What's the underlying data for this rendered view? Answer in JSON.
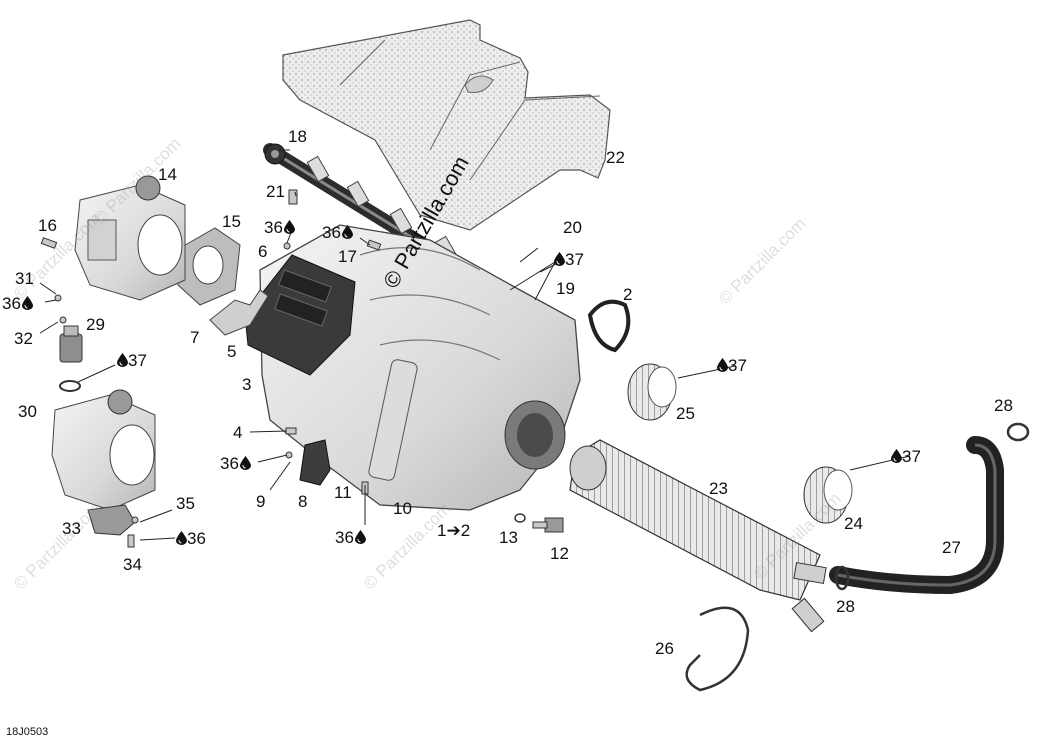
{
  "diagram": {
    "reference_code": "18J0503",
    "watermark_text": "© Partzilla.com",
    "callouts": [
      {
        "id": "c18",
        "text": "18"
      },
      {
        "id": "c22",
        "text": "22"
      },
      {
        "id": "c14",
        "text": "14"
      },
      {
        "id": "c21",
        "text": "21"
      },
      {
        "id": "c15",
        "text": "15"
      },
      {
        "id": "c16",
        "text": "16"
      },
      {
        "id": "c36a",
        "text": "36"
      },
      {
        "id": "c36b",
        "text": "36"
      },
      {
        "id": "c20",
        "text": "20"
      },
      {
        "id": "c6",
        "text": "6"
      },
      {
        "id": "c17",
        "text": "17"
      },
      {
        "id": "c37a",
        "text": "37"
      },
      {
        "id": "c31",
        "text": "31"
      },
      {
        "id": "c36c",
        "text": "36"
      },
      {
        "id": "c19",
        "text": "19"
      },
      {
        "id": "c2",
        "text": "2"
      },
      {
        "id": "c7",
        "text": "7"
      },
      {
        "id": "c29",
        "text": "29"
      },
      {
        "id": "c32",
        "text": "32"
      },
      {
        "id": "c5",
        "text": "5"
      },
      {
        "id": "c37b",
        "text": "37"
      },
      {
        "id": "c37c",
        "text": "37"
      },
      {
        "id": "c3",
        "text": "3"
      },
      {
        "id": "c30",
        "text": "30"
      },
      {
        "id": "c25",
        "text": "25"
      },
      {
        "id": "c28a",
        "text": "28"
      },
      {
        "id": "c4",
        "text": "4"
      },
      {
        "id": "c36d",
        "text": "36"
      },
      {
        "id": "c37d",
        "text": "37"
      },
      {
        "id": "c23",
        "text": "23"
      },
      {
        "id": "c11",
        "text": "11"
      },
      {
        "id": "c9",
        "text": "9"
      },
      {
        "id": "c8",
        "text": "8"
      },
      {
        "id": "c10",
        "text": "10"
      },
      {
        "id": "c35",
        "text": "35"
      },
      {
        "id": "c24",
        "text": "24"
      },
      {
        "id": "c33",
        "text": "33"
      },
      {
        "id": "c1to2",
        "text": "1➔2"
      },
      {
        "id": "c13",
        "text": "13"
      },
      {
        "id": "c36e",
        "text": "36"
      },
      {
        "id": "c36f",
        "text": "36"
      },
      {
        "id": "c27",
        "text": "27"
      },
      {
        "id": "c12",
        "text": "12"
      },
      {
        "id": "c34",
        "text": "34"
      },
      {
        "id": "c28b",
        "text": "28"
      },
      {
        "id": "c26",
        "text": "26"
      }
    ]
  }
}
